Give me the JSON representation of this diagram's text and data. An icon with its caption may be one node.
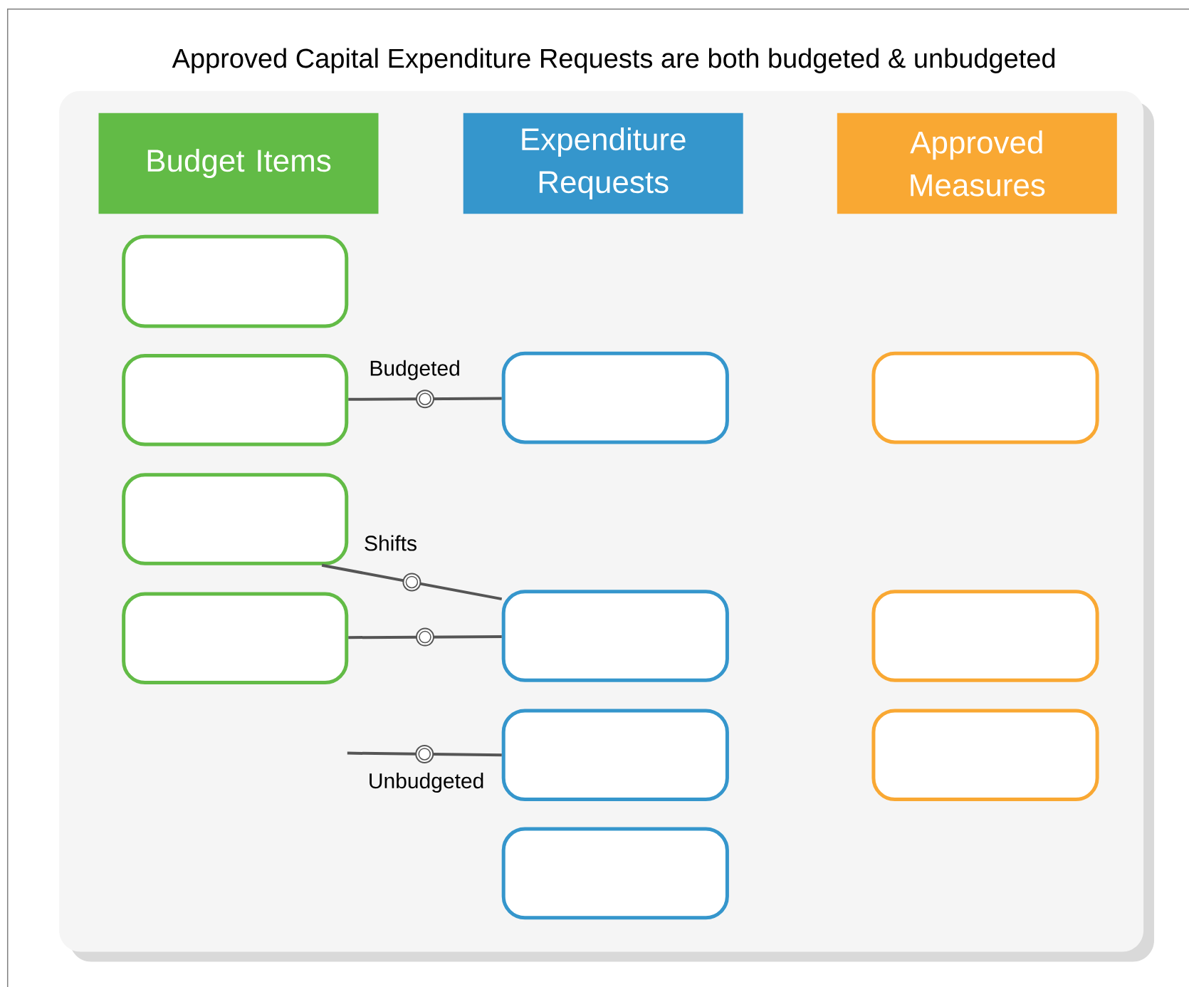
{
  "diagram": {
    "title": "Approved Capital Expenditure Requests are both budgeted & unbudgeted",
    "nodes": [
      {
        "text": [
          "Budget Items"
        ]
      },
      {
        "text": [
          "Expenditure Requests"
        ]
      },
      {
        "text": [
          "Approved Measures"
        ]
      },
      {
        "text": [],
        "shape": "box"
      },
      {
        "text": [],
        "shape": "box"
      },
      {
        "text": [],
        "shape": "box"
      },
      {
        "text": [],
        "shape": "box"
      },
      {
        "text": [],
        "shape": "box"
      },
      {
        "text": [],
        "shape": "box"
      },
      {
        "text": [],
        "shape": "box"
      },
      {
        "text": [],
        "shape": "box"
      },
      {
        "text": [],
        "shape": "box"
      },
      {
        "text": [],
        "shape": "box"
      },
      {
        "text": [],
        "shape": "box"
      }
    ],
    "edges": [
      {
        "from": 4,
        "to": 7,
        "arrow": "none",
        "label": "Budgeted"
      },
      {
        "from": 5,
        "to": 8,
        "arrow": "none",
        "label": "Shifts"
      },
      {
        "from": 6,
        "to": 8,
        "arrow": "none"
      },
      {
        "from": null,
        "to": 9,
        "arrow": "none",
        "label": "Unbudgeted"
      }
    ]
  }
}
